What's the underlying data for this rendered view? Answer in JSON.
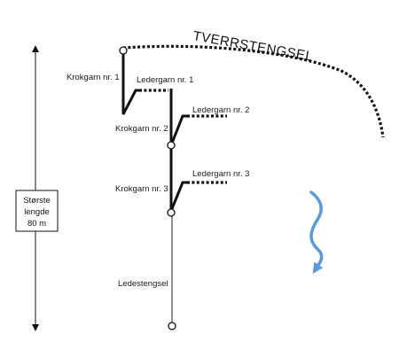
{
  "title": "TVERRSTENGSEL",
  "labels": {
    "krokgarn_1": "Krokgarn nr. 1",
    "krokgarn_2": "Krokgarn nr. 2",
    "krokgarn_3": "Krokgarn nr. 3",
    "ledergarn_1": "Ledergarn nr. 1",
    "ledergarn_2": "Ledergarn nr. 2",
    "ledergarn_3": "Ledergarn nr. 3",
    "ledestengsel": "Ledestengsel"
  },
  "length_box": {
    "line1": "Største",
    "line2": "lengde",
    "line3": "80 m"
  },
  "colors": {
    "net": "#111111",
    "current_arrow": "#5b9bd5"
  },
  "icons": {
    "current": "wavy-down-arrow-icon",
    "dimension": "double-headed-arrow-icon"
  }
}
